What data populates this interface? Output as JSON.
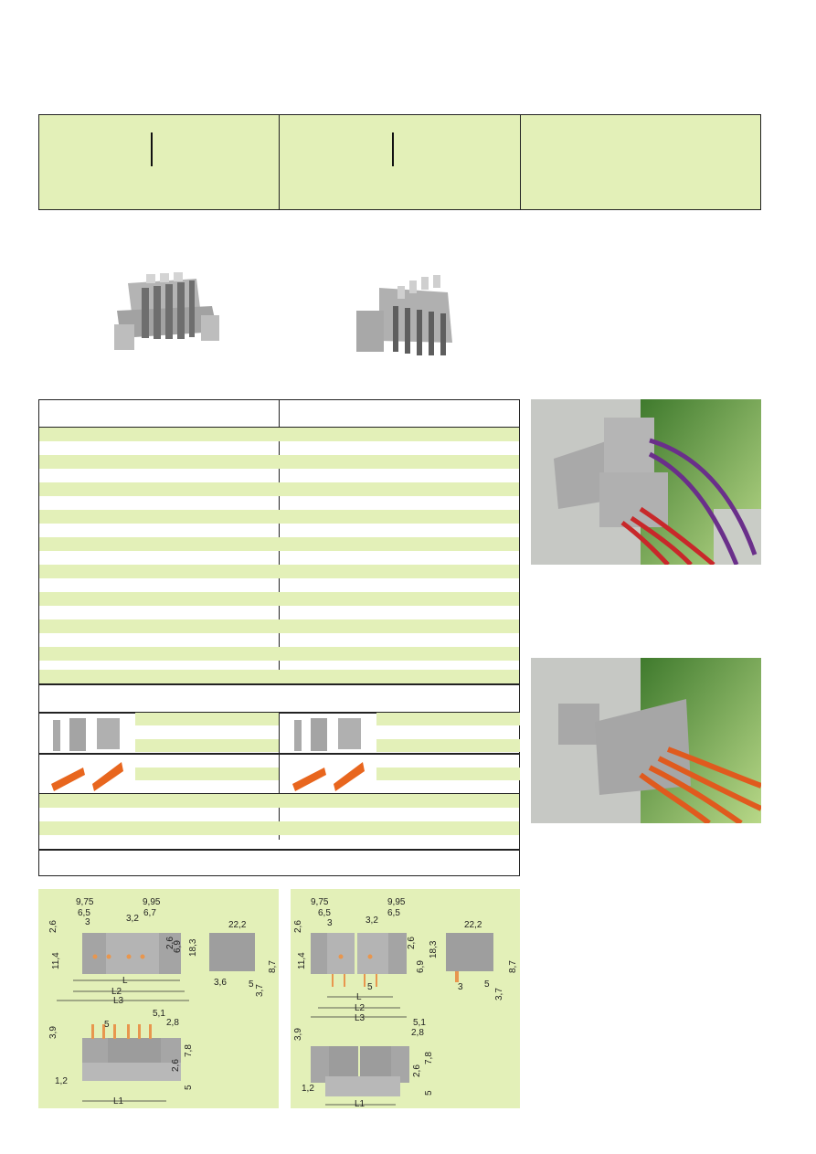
{
  "drawing_left": {
    "labels": [
      "9,75",
      "9,95",
      "6,5",
      "6,7",
      "3",
      "3,2",
      "2,6",
      "11,4",
      "2,6",
      "6,9",
      "18,3",
      "22,2",
      "8,7",
      "3,6",
      "5",
      "3,7",
      "L",
      "L2",
      "L3",
      "3,9",
      "5",
      "5,1",
      "2,8",
      "7,8",
      "2,6",
      "5",
      "1,2",
      "L1"
    ]
  },
  "drawing_right": {
    "labels": [
      "9,75",
      "9,95",
      "6,5",
      "6,5",
      "3",
      "3,2",
      "2,6",
      "11,4",
      "2,6",
      "6,9",
      "18,3",
      "22,2",
      "8,7",
      "3",
      "5",
      "3,7",
      "L",
      "L2",
      "L3",
      "3,9",
      "5",
      "5,1",
      "2,8",
      "7,8",
      "2,6",
      "5",
      "1,2",
      "L1"
    ]
  },
  "colors": {
    "panel_green": "#e3f0b8",
    "connector_grey": "#9c9c9c",
    "accent_orange": "#e8661e"
  }
}
